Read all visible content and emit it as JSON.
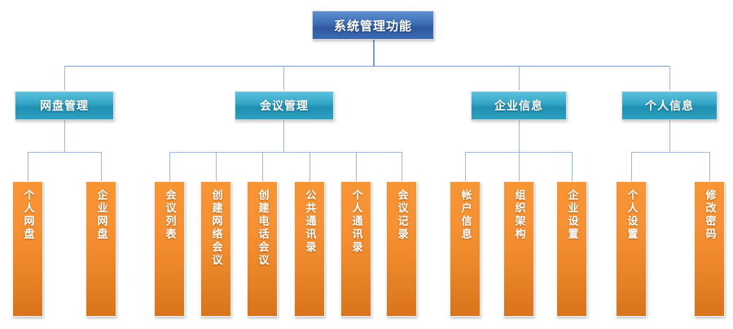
{
  "diagram": {
    "title": "系统管理功能",
    "theme": {
      "root_color": "#3b6cb4",
      "level2_color": "#2fa3c1",
      "leaf_color": "#f08c2e",
      "connector_color": "#9fb9dd",
      "background": "#ffffff"
    },
    "root": {
      "label": "系统管理功能"
    },
    "branches": [
      {
        "label": "网盘管理",
        "children": [
          {
            "label": "个人网盘"
          },
          {
            "label": "企业网盘"
          }
        ]
      },
      {
        "label": "会议管理",
        "children": [
          {
            "label": "会议列表"
          },
          {
            "label": "创建网络会议"
          },
          {
            "label": "创建电话会议"
          },
          {
            "label": "公共通讯录"
          },
          {
            "label": "个人通讯录"
          },
          {
            "label": "会议记录"
          }
        ]
      },
      {
        "label": "企业信息",
        "children": [
          {
            "label": "帐户信息"
          },
          {
            "label": "组织架构"
          },
          {
            "label": "企业设置"
          }
        ]
      },
      {
        "label": "个人信息",
        "children": [
          {
            "label": "个人设置"
          },
          {
            "label": "修改密码"
          }
        ]
      }
    ]
  }
}
